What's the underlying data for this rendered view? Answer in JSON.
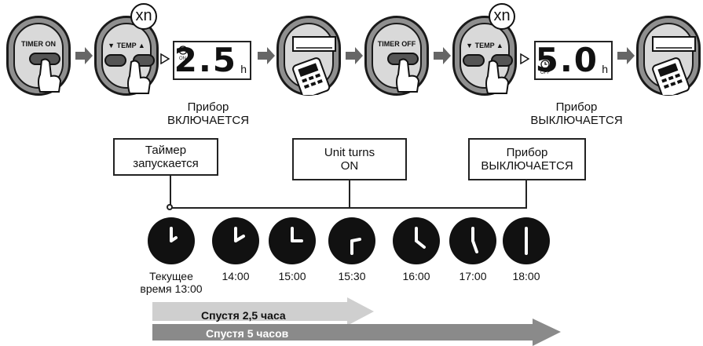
{
  "steps": {
    "timer_on_label": "TIMER ON",
    "timer_off_label": "TIMER OFF",
    "temp_label": "TEMP",
    "repeat_label": "xn",
    "display_on_value": "2.5",
    "display_off_value": "5.0",
    "display_unit": "h",
    "display_on_tag": "ON",
    "display_off_tag": "OFF"
  },
  "status": {
    "on_line1": "Прибор",
    "on_line2": "ВКЛЮЧАЕТСЯ",
    "off_line1": "Прибор",
    "off_line2": "ВЫКЛЮЧАЕТСЯ"
  },
  "callouts": {
    "start_line1": "Таймер",
    "start_line2": "запускается",
    "unit_on_line1": "Unit turns",
    "unit_on_line2": "ON",
    "unit_off_line1": "Прибор",
    "unit_off_line2": "ВЫКЛЮЧАЕТСЯ"
  },
  "timeline": [
    {
      "label_line1": "Текущее",
      "label_line2": "время 13:00"
    },
    {
      "label_line1": "14:00",
      "label_line2": ""
    },
    {
      "label_line1": "15:00",
      "label_line2": ""
    },
    {
      "label_line1": "15:30",
      "label_line2": ""
    },
    {
      "label_line1": "16:00",
      "label_line2": ""
    },
    {
      "label_line1": "17:00",
      "label_line2": ""
    },
    {
      "label_line1": "18:00",
      "label_line2": ""
    }
  ],
  "durations": {
    "short": "Спустя 2,5 часа",
    "long": "Спустя 5 часов"
  },
  "colors": {
    "short_bar": "#cfcfcf",
    "long_bar": "#8a8a8a",
    "clock_face": "#111111"
  }
}
